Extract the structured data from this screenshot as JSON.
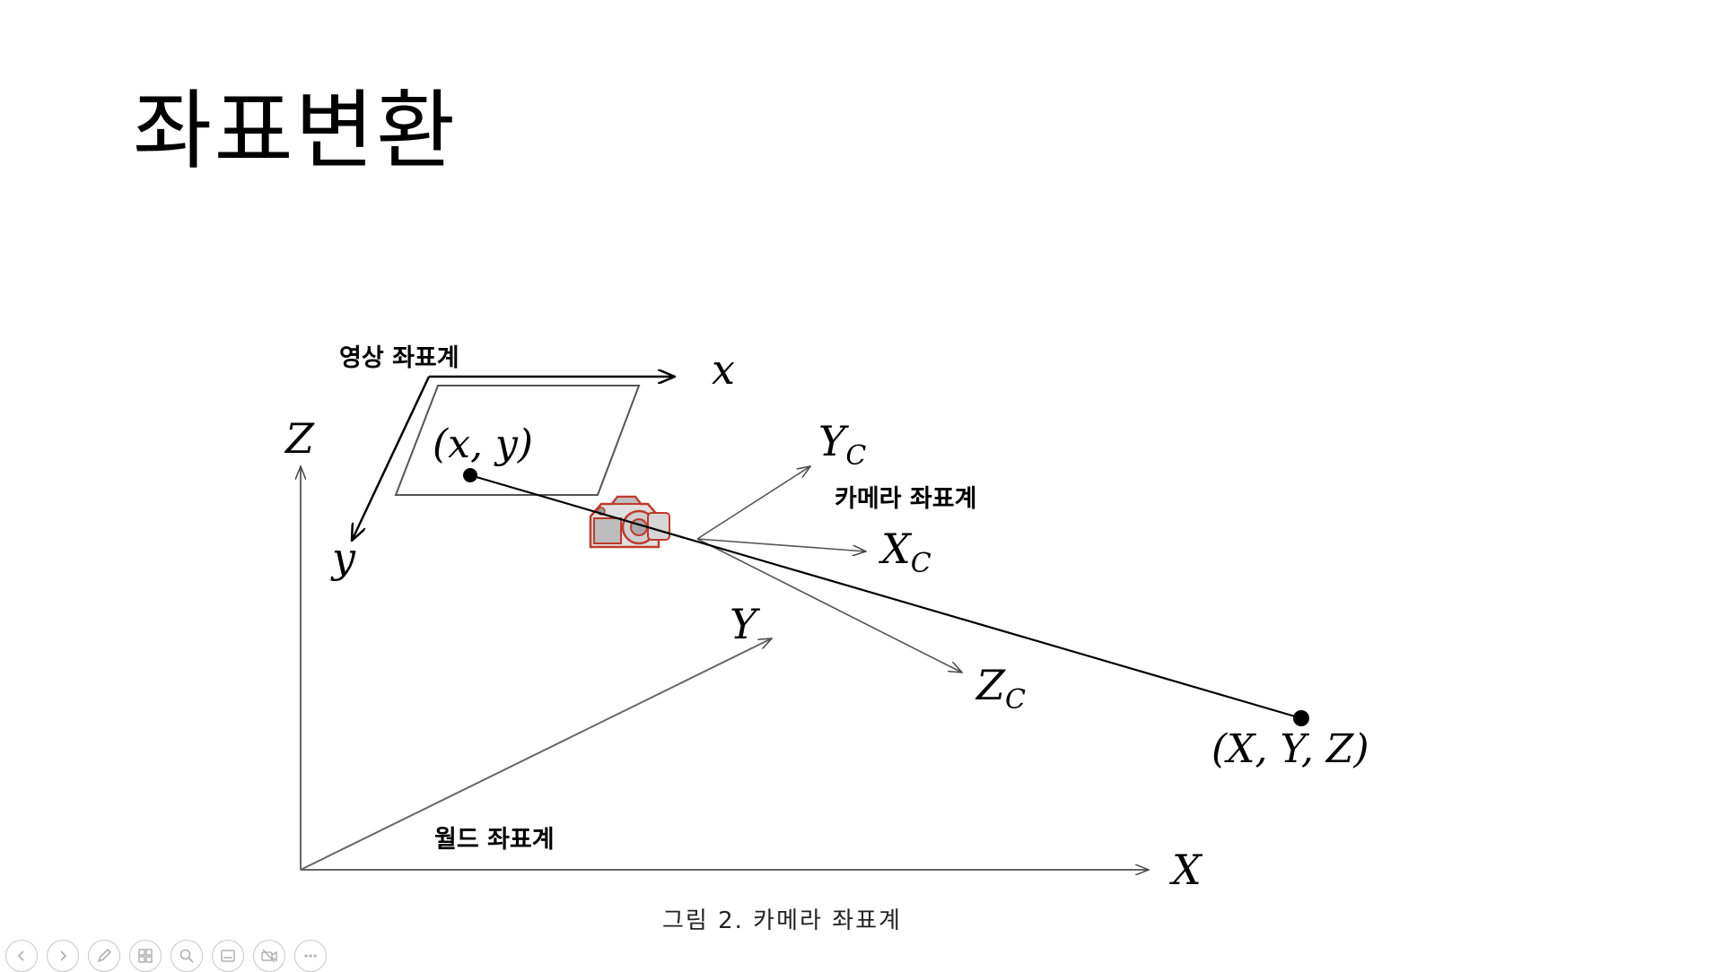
{
  "slide": {
    "title": "좌표변환"
  },
  "figure": {
    "image_coord_label": "영상 좌표계",
    "camera_coord_label": "카메라 좌표계",
    "world_coord_label": "월드 좌표계",
    "image_x_axis": "x",
    "image_y_axis": "y",
    "image_point": "(x, y)",
    "camera_y_axis": "Y",
    "camera_y_sub": "C",
    "camera_x_axis": "X",
    "camera_x_sub": "C",
    "camera_z_axis": "Z",
    "camera_z_sub": "C",
    "world_z_axis": "Z",
    "world_y_axis": "Y",
    "world_x_axis": "X",
    "world_point": "(X, Y, Z)",
    "caption": "그림 2. 카메라 좌표계",
    "camera_color": "#c0392b"
  },
  "toolbar": {
    "buttons": [
      "previous-slide-icon",
      "next-slide-icon",
      "pen-icon",
      "slides-grid-icon",
      "zoom-icon",
      "subtitles-icon",
      "camera-off-icon",
      "more-options-icon"
    ]
  }
}
